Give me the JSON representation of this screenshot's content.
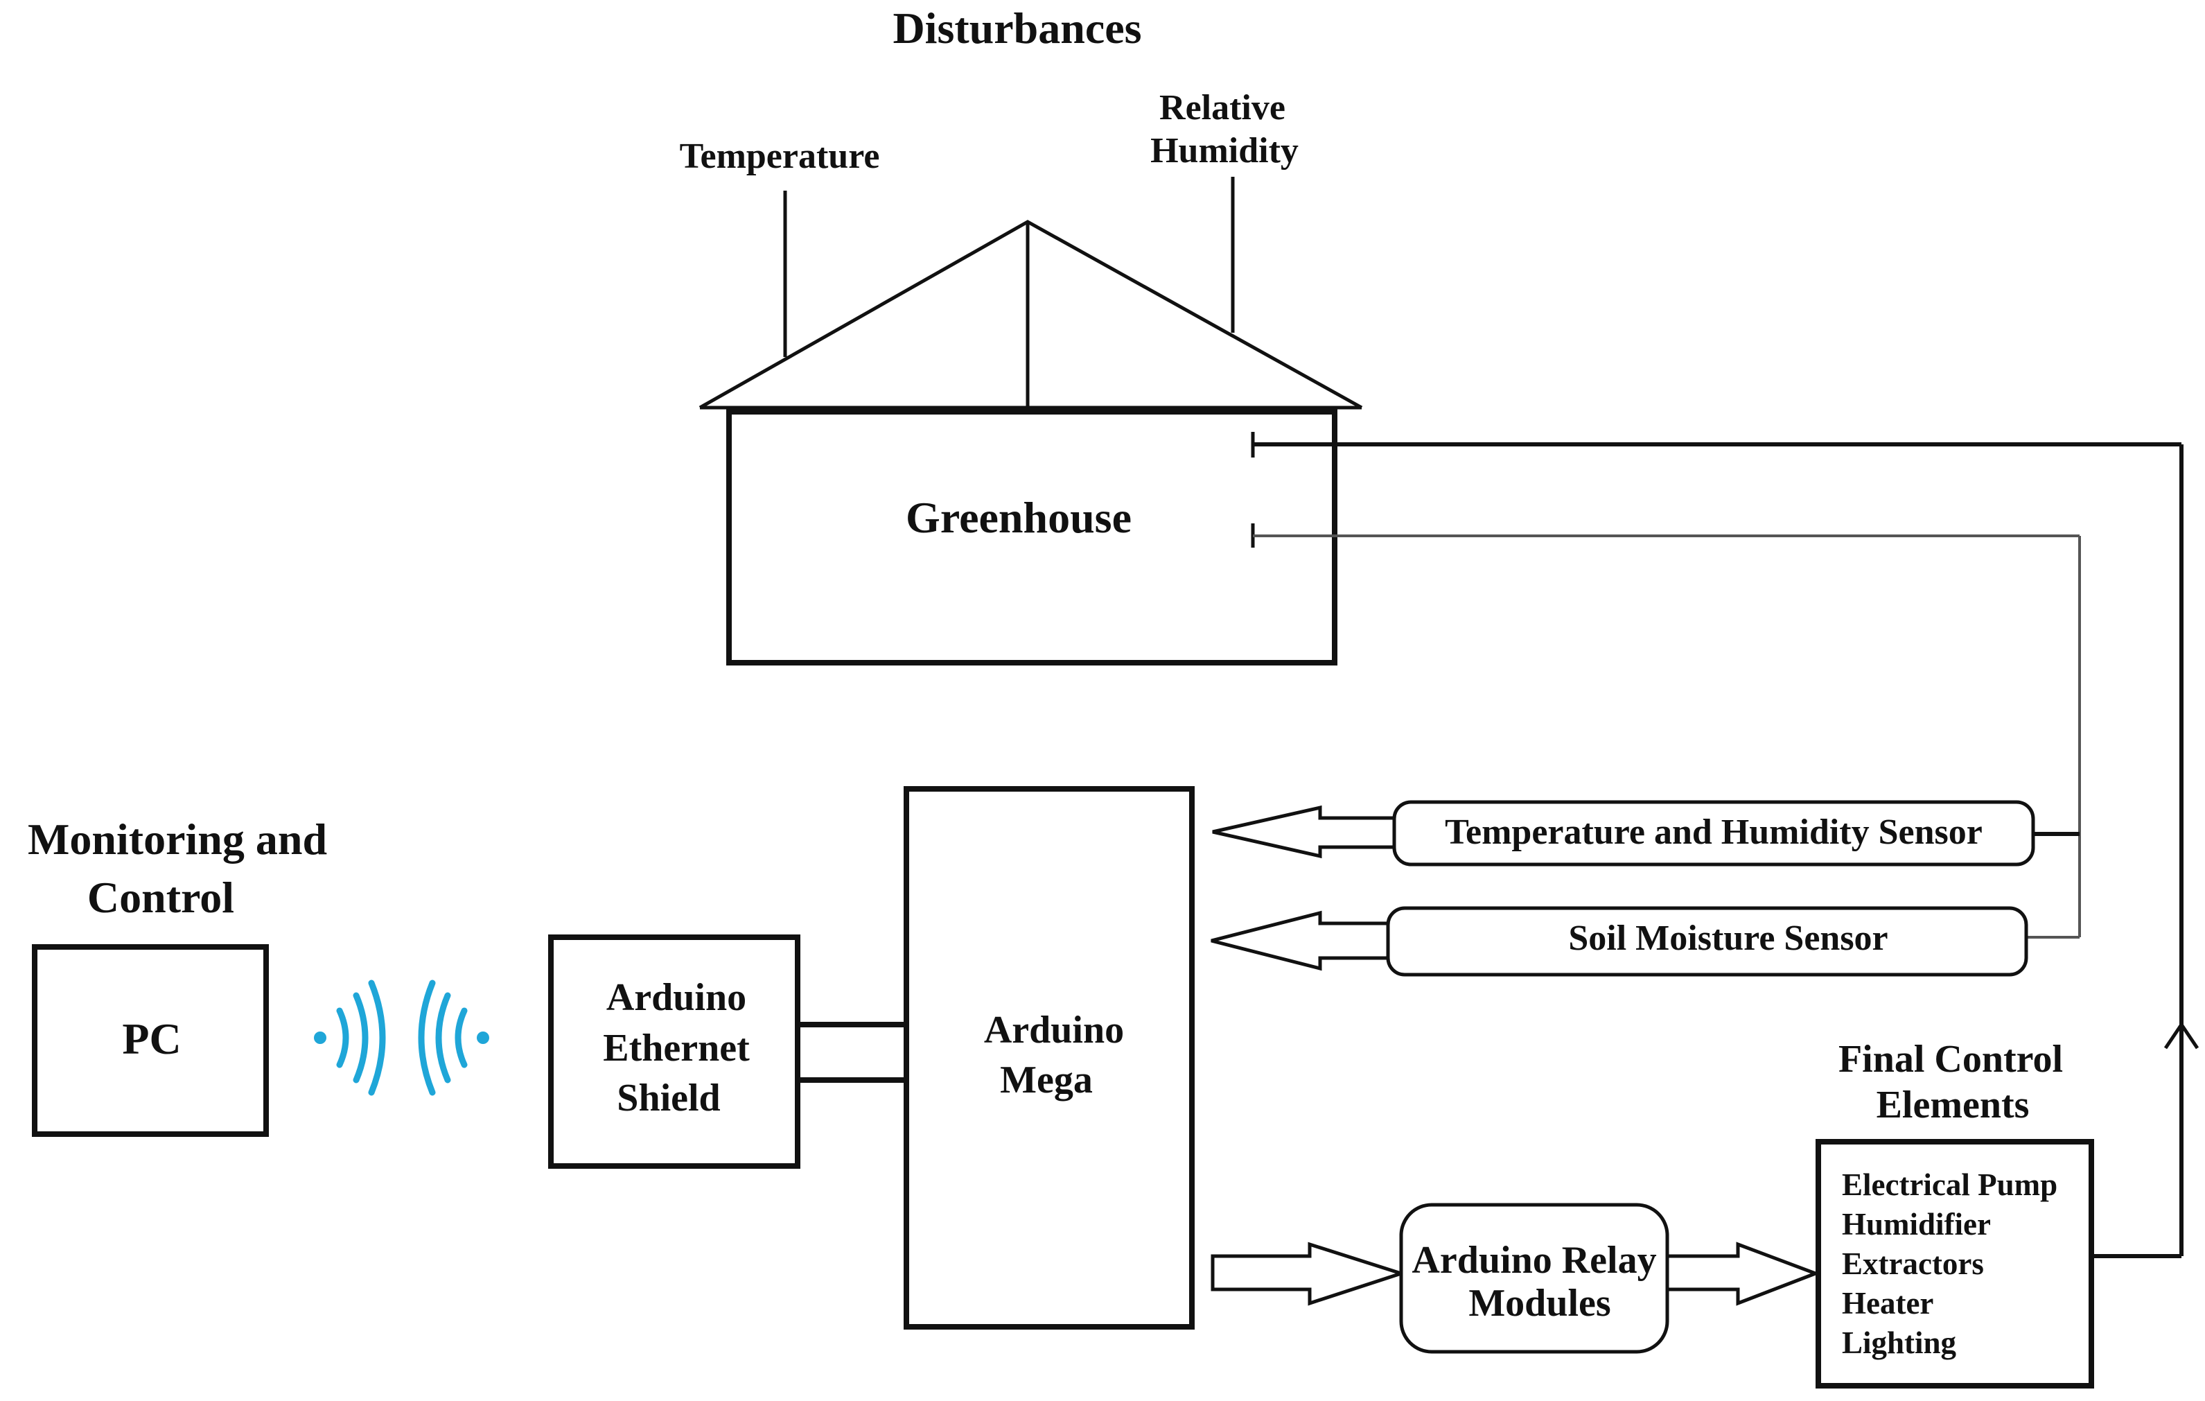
{
  "disturbances": {
    "title": "Disturbances",
    "temperature": "Temperature",
    "humidity_line1": "Relative",
    "humidity_line2": "Humidity"
  },
  "greenhouse": {
    "label": "Greenhouse"
  },
  "monitoring": {
    "line1": "Monitoring and",
    "line2": "Control"
  },
  "pc": {
    "label": "PC"
  },
  "wireless": {
    "icon": "wireless-signal-icon",
    "color": "#1fa6d8"
  },
  "ethernet_shield": {
    "line1": "Arduino",
    "line2": "Ethernet",
    "line3": "Shield"
  },
  "mega": {
    "line1": "Arduino",
    "line2": "Mega"
  },
  "sensors": {
    "temp_humidity": "Temperature and Humidity Sensor",
    "soil_moisture": "Soil Moisture Sensor"
  },
  "relay": {
    "line1": "Arduino Relay",
    "line2": "Modules"
  },
  "final_control": {
    "title_line1": "Final Control",
    "title_line2": "Elements",
    "items": [
      "Electrical Pump",
      "Humidifier",
      "Extractors",
      "Heater",
      "Lighting"
    ]
  }
}
